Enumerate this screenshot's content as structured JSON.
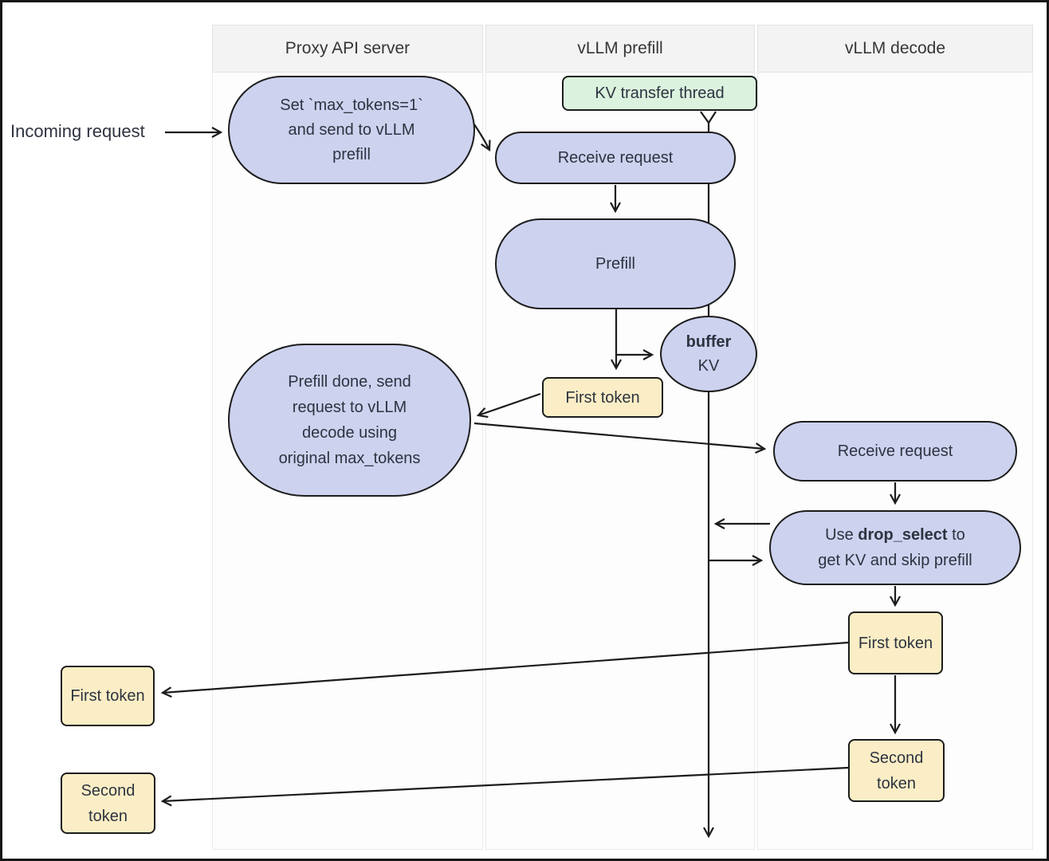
{
  "lanes": [
    {
      "label": "Proxy API server"
    },
    {
      "label": "vLLM prefill"
    },
    {
      "label": "vLLM decode"
    }
  ],
  "external": {
    "incoming_label": "Incoming request"
  },
  "nodes": {
    "set_max_tokens_lines": [
      "Set `max_tokens=1`",
      "and send to vLLM",
      "prefill"
    ],
    "kv_transfer_thread": "KV transfer thread",
    "receive_request_prefill": "Receive request",
    "prefill": "Prefill",
    "buffer_kv": {
      "bold_line": "buffer",
      "line2": "KV"
    },
    "first_token_prefill": "First token",
    "prefill_done_lines": [
      "Prefill done, send",
      "request to vLLM",
      "decode using",
      "original max_tokens"
    ],
    "receive_request_decode": "Receive request",
    "drop_select": {
      "line1_prefix": "Use ",
      "line1_bold": "drop_select",
      "line1_suffix": " to",
      "line2": "get KV and skip prefill"
    },
    "first_token_decode": "First token",
    "second_token_decode": "Second token",
    "first_token_output": "First token",
    "second_token_output": "Second token"
  },
  "colors": {
    "process_fill": "#cdd2ef",
    "token_fill": "#fbeec6",
    "thread_fill": "#dbf2de",
    "node_border": "#1c1c1c",
    "lane_header_fill": "#f3f3f3",
    "lane_border": "#e2e2e2",
    "text": "#2e3340"
  }
}
